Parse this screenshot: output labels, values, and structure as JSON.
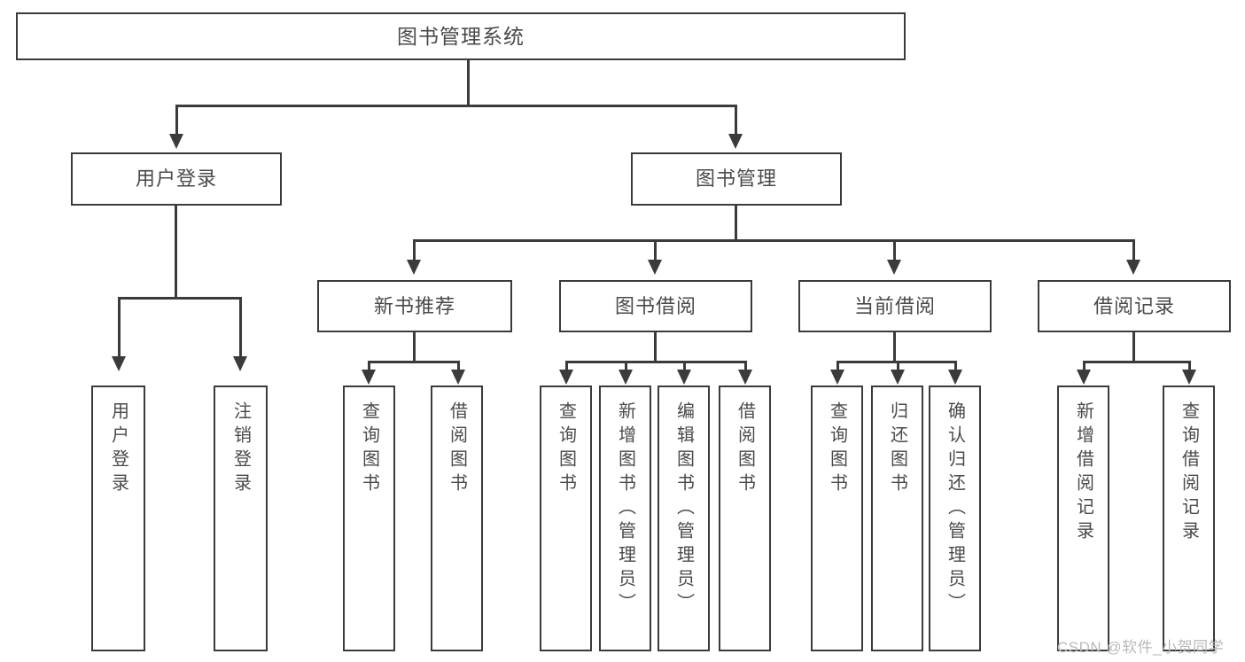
{
  "diagram": {
    "type": "tree",
    "title": "图书管理系统",
    "root": {
      "label": "图书管理系统"
    },
    "level1": [
      {
        "label": "用户登录"
      },
      {
        "label": "图书管理"
      }
    ],
    "level2": [
      {
        "label": "新书推荐"
      },
      {
        "label": "图书借阅"
      },
      {
        "label": "当前借阅"
      },
      {
        "label": "借阅记录"
      }
    ],
    "leaves": {
      "user_login": [
        {
          "label": "用户登录"
        },
        {
          "label": "注销登录"
        }
      ],
      "new_book_recommend": [
        {
          "label": "查询图书"
        },
        {
          "label": "借阅图书"
        }
      ],
      "book_borrow": [
        {
          "label": "查询图书"
        },
        {
          "label": "新增图书（管理员）"
        },
        {
          "label": "编辑图书（管理员）"
        },
        {
          "label": "借阅图书"
        }
      ],
      "current_borrow": [
        {
          "label": "查询图书"
        },
        {
          "label": "归还图书"
        },
        {
          "label": "确认归还（管理员）"
        }
      ],
      "borrow_record": [
        {
          "label": "新增借阅记录"
        },
        {
          "label": "查询借阅记录"
        }
      ]
    }
  },
  "watermark": {
    "text": "CSDN @软件_小贺同学"
  },
  "colors": {
    "stroke": "#3b3b3b",
    "text": "#4a4a4a",
    "background": "#ffffff",
    "watermark": "#b9b9b9"
  }
}
